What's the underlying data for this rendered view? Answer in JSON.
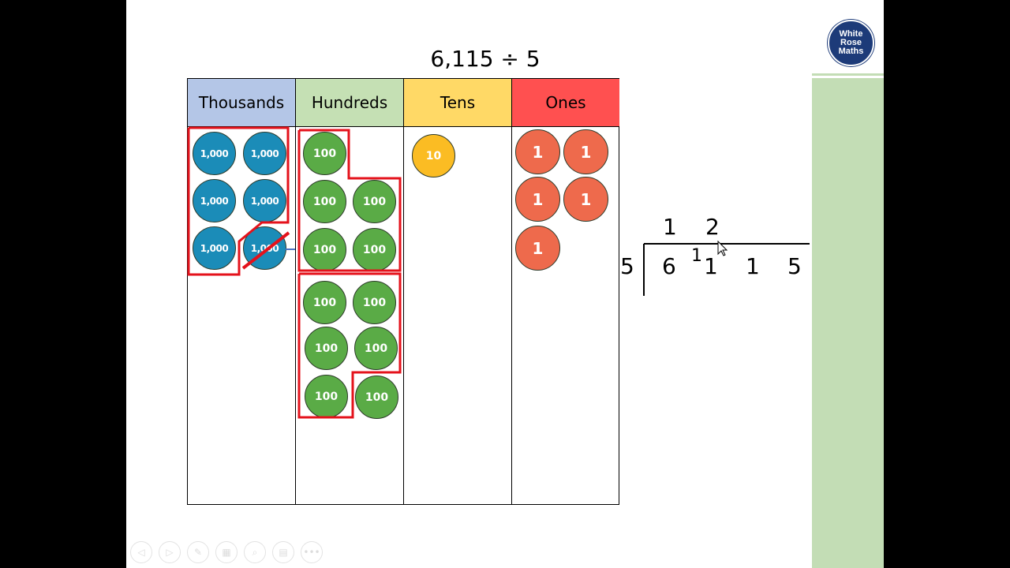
{
  "slide": {
    "title": "6,115 ÷ 5",
    "logo": {
      "line1": "White",
      "line2": "Rose",
      "line3": "Maths"
    },
    "colors": {
      "thousands_header": "#b4c6e7",
      "hundreds_header": "#c5e0b4",
      "tens_header": "#ffd966",
      "ones_header": "#ff5050",
      "thousands_counter": "#1b8cb8",
      "hundreds_counter": "#5aab46",
      "tens_counter": "#fbbc23",
      "ones_counter": "#ee6a4c",
      "group_outline": "#e4121b",
      "side_bar": "#c3ddb5"
    }
  },
  "place_value_chart": {
    "headers": [
      "Thousands",
      "Hundreds",
      "Tens",
      "Ones"
    ],
    "counters": {
      "thousands": {
        "label": "1,000",
        "count": 6,
        "crossed_out": 1
      },
      "hundreds": {
        "label": "100",
        "count": 11
      },
      "tens": {
        "label": "10",
        "count": 1
      },
      "ones": {
        "label": "1",
        "count": 5
      }
    }
  },
  "long_division": {
    "divisor": "5",
    "dividend_digits": [
      "6",
      "1",
      "1",
      "5"
    ],
    "carry": "1",
    "quotient_digits": [
      "1",
      "2"
    ]
  },
  "toolbar": {
    "buttons": [
      {
        "name": "previous-icon",
        "glyph": "◁"
      },
      {
        "name": "next-icon",
        "glyph": "▷"
      },
      {
        "name": "pen-icon",
        "glyph": "✎"
      },
      {
        "name": "slides-icon",
        "glyph": "▦"
      },
      {
        "name": "zoom-icon",
        "glyph": "⌕"
      },
      {
        "name": "subtitles-icon",
        "glyph": "▤"
      },
      {
        "name": "more-icon",
        "glyph": "•••"
      }
    ]
  }
}
